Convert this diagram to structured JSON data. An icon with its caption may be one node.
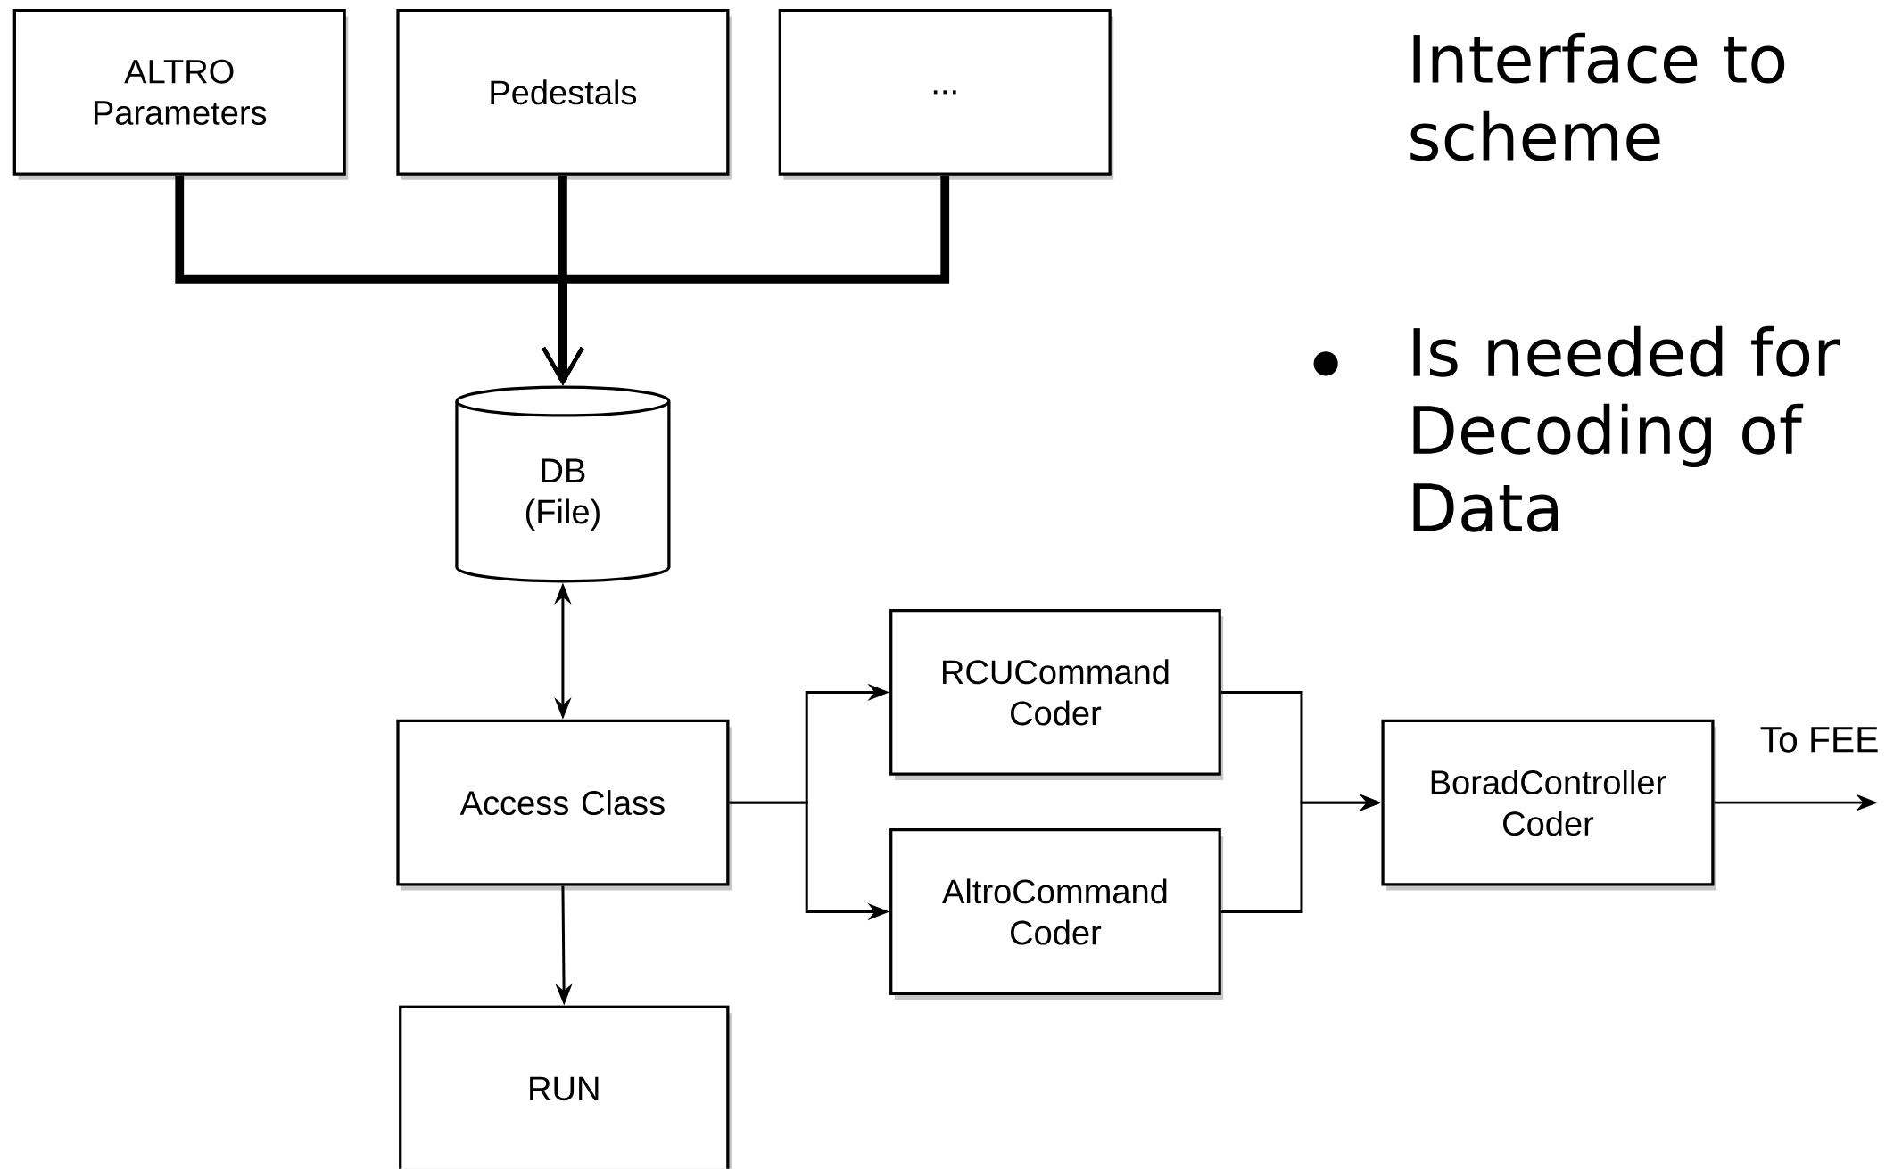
{
  "diagram": {
    "nodes": [
      {
        "text": [
          "ALTRO Parameters"
        ]
      },
      {
        "text": [
          "Pedestals"
        ]
      },
      {
        "text": [
          "..."
        ]
      },
      {
        "text": [
          "DB (File)"
        ]
      },
      {
        "text": [
          "Access Class"
        ]
      },
      {
        "text": [
          "RUN"
        ]
      },
      {
        "text": [
          "RCUCommand Coder"
        ]
      },
      {
        "text": [
          "AltroCommand Coder"
        ]
      },
      {
        "text": [
          "BoradController Coder"
        ]
      }
    ],
    "edges": [
      {
        "from": 0,
        "to": 3,
        "arrow": "to",
        "style": "thick"
      },
      {
        "from": 1,
        "to": 3,
        "arrow": "to",
        "style": "thick"
      },
      {
        "from": 2,
        "to": 3,
        "arrow": "to",
        "style": "thick"
      },
      {
        "from": 3,
        "to": 4,
        "arrow": "both"
      },
      {
        "from": 4,
        "to": 5,
        "arrow": "to"
      },
      {
        "from": 4,
        "to": 6,
        "arrow": "to"
      },
      {
        "from": 4,
        "to": 7,
        "arrow": "to"
      },
      {
        "from": 6,
        "to": 8,
        "arrow": "to"
      },
      {
        "from": 7,
        "to": 8,
        "arrow": "to"
      },
      {
        "from": 8,
        "to": null,
        "arrow": "to",
        "label": "To FEE"
      }
    ],
    "labels": [
      "Interface to scheme",
      "Is needed for Decoding of Data"
    ]
  }
}
